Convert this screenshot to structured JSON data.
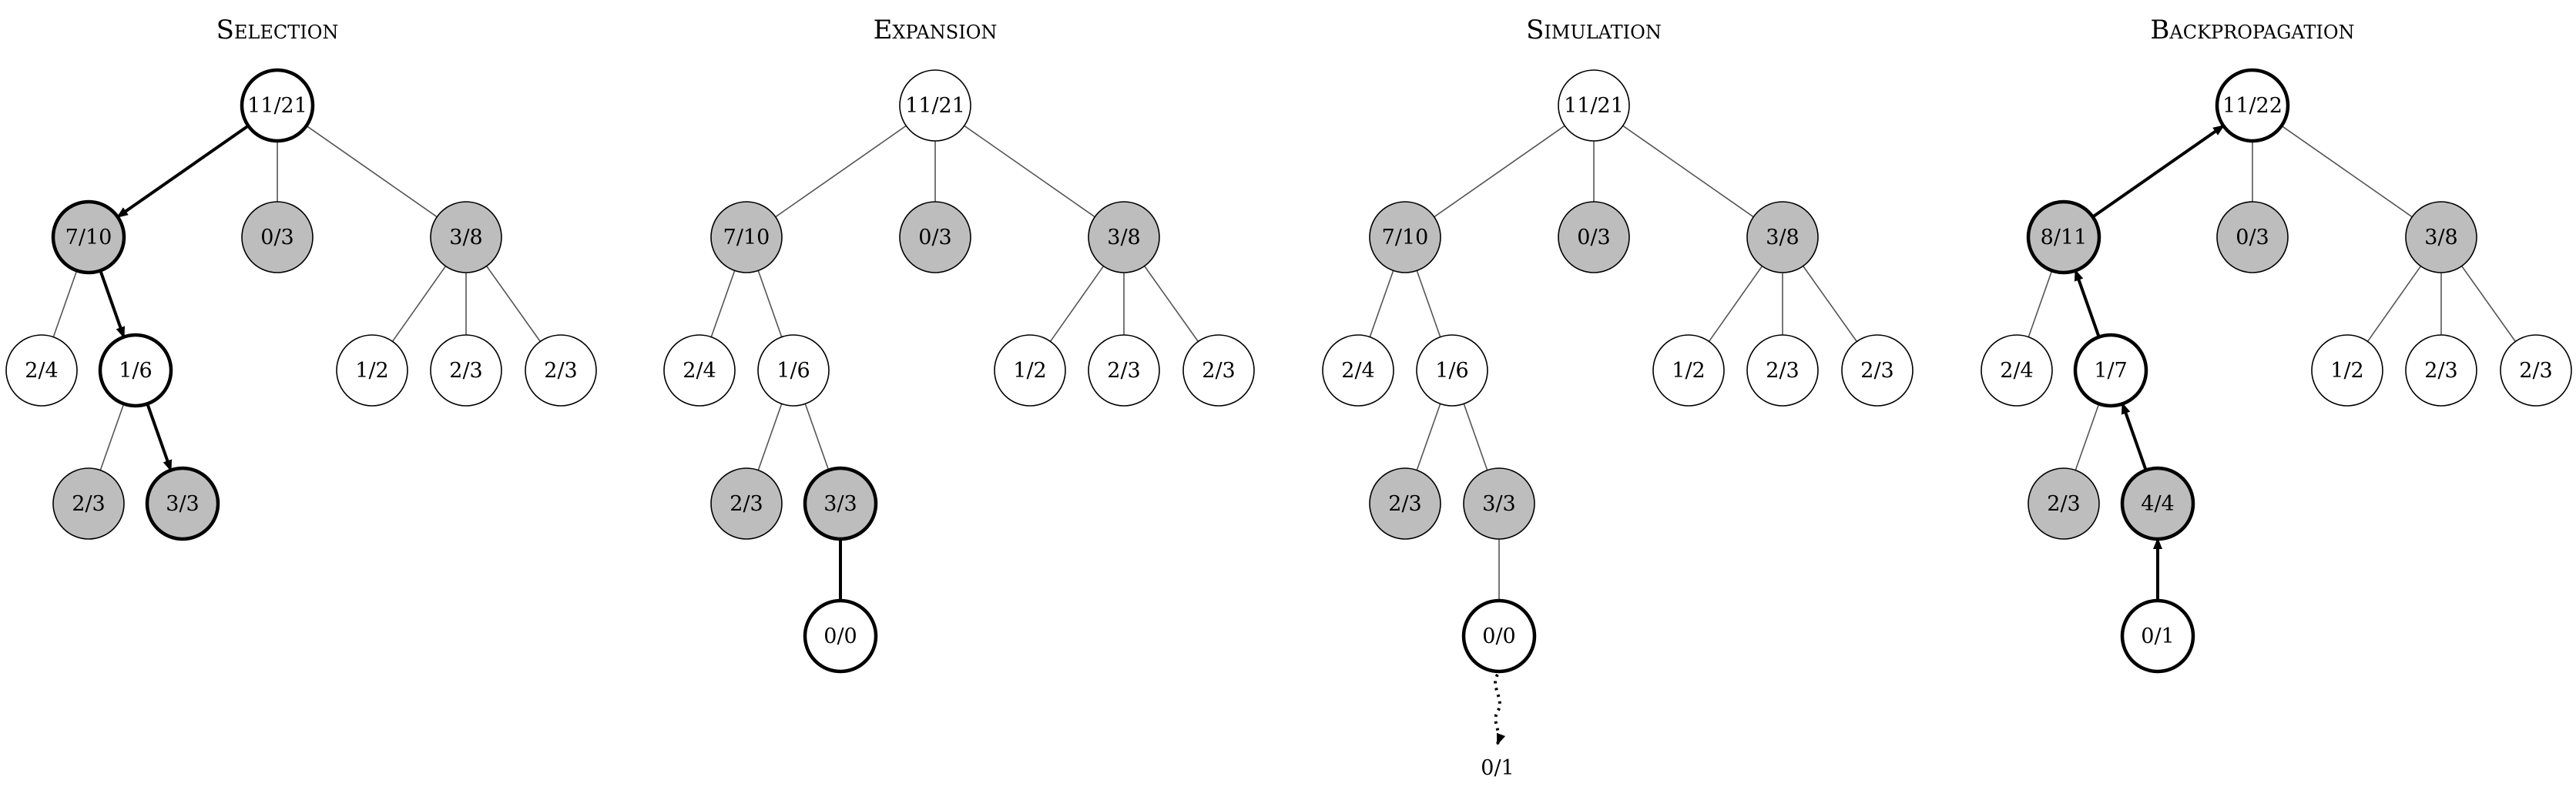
{
  "panels": [
    {
      "title": "Selection",
      "nodes": [
        {
          "id": "root",
          "label": "11/21",
          "shade": "white",
          "bold": true
        },
        {
          "id": "a",
          "label": "7/10",
          "shade": "gray",
          "bold": true
        },
        {
          "id": "b",
          "label": "0/3",
          "shade": "gray",
          "bold": false
        },
        {
          "id": "c",
          "label": "3/8",
          "shade": "gray",
          "bold": false
        },
        {
          "id": "a1",
          "label": "2/4",
          "shade": "white",
          "bold": false
        },
        {
          "id": "a2",
          "label": "1/6",
          "shade": "white",
          "bold": true
        },
        {
          "id": "c1",
          "label": "1/2",
          "shade": "white",
          "bold": false
        },
        {
          "id": "c2",
          "label": "2/3",
          "shade": "white",
          "bold": false
        },
        {
          "id": "c3",
          "label": "2/3",
          "shade": "white",
          "bold": false
        },
        {
          "id": "a2a",
          "label": "2/3",
          "shade": "gray",
          "bold": false
        },
        {
          "id": "a2b",
          "label": "3/3",
          "shade": "gray",
          "bold": true
        }
      ],
      "edges": [
        {
          "from": "root",
          "to": "a",
          "style": "arrow-down"
        },
        {
          "from": "root",
          "to": "b",
          "style": "thin"
        },
        {
          "from": "root",
          "to": "c",
          "style": "thin"
        },
        {
          "from": "a",
          "to": "a1",
          "style": "thin"
        },
        {
          "from": "a",
          "to": "a2",
          "style": "arrow-down"
        },
        {
          "from": "c",
          "to": "c1",
          "style": "thin"
        },
        {
          "from": "c",
          "to": "c2",
          "style": "thin"
        },
        {
          "from": "c",
          "to": "c3",
          "style": "thin"
        },
        {
          "from": "a2",
          "to": "a2a",
          "style": "thin"
        },
        {
          "from": "a2",
          "to": "a2b",
          "style": "arrow-down"
        }
      ]
    },
    {
      "title": "Expansion",
      "nodes": [
        {
          "id": "root",
          "label": "11/21",
          "shade": "white",
          "bold": false
        },
        {
          "id": "a",
          "label": "7/10",
          "shade": "gray",
          "bold": false
        },
        {
          "id": "b",
          "label": "0/3",
          "shade": "gray",
          "bold": false
        },
        {
          "id": "c",
          "label": "3/8",
          "shade": "gray",
          "bold": false
        },
        {
          "id": "a1",
          "label": "2/4",
          "shade": "white",
          "bold": false
        },
        {
          "id": "a2",
          "label": "1/6",
          "shade": "white",
          "bold": false
        },
        {
          "id": "c1",
          "label": "1/2",
          "shade": "white",
          "bold": false
        },
        {
          "id": "c2",
          "label": "2/3",
          "shade": "white",
          "bold": false
        },
        {
          "id": "c3",
          "label": "2/3",
          "shade": "white",
          "bold": false
        },
        {
          "id": "a2a",
          "label": "2/3",
          "shade": "gray",
          "bold": false
        },
        {
          "id": "a2b",
          "label": "3/3",
          "shade": "gray",
          "bold": true
        },
        {
          "id": "new",
          "label": "0/0",
          "shade": "white",
          "bold": true
        }
      ],
      "edges": [
        {
          "from": "root",
          "to": "a",
          "style": "thin"
        },
        {
          "from": "root",
          "to": "b",
          "style": "thin"
        },
        {
          "from": "root",
          "to": "c",
          "style": "thin"
        },
        {
          "from": "a",
          "to": "a1",
          "style": "thin"
        },
        {
          "from": "a",
          "to": "a2",
          "style": "thin"
        },
        {
          "from": "c",
          "to": "c1",
          "style": "thin"
        },
        {
          "from": "c",
          "to": "c2",
          "style": "thin"
        },
        {
          "from": "c",
          "to": "c3",
          "style": "thin"
        },
        {
          "from": "a2",
          "to": "a2a",
          "style": "thin"
        },
        {
          "from": "a2",
          "to": "a2b",
          "style": "thin"
        },
        {
          "from": "a2b",
          "to": "new",
          "style": "thick"
        }
      ]
    },
    {
      "title": "Simulation",
      "nodes": [
        {
          "id": "root",
          "label": "11/21",
          "shade": "white",
          "bold": false
        },
        {
          "id": "a",
          "label": "7/10",
          "shade": "gray",
          "bold": false
        },
        {
          "id": "b",
          "label": "0/3",
          "shade": "gray",
          "bold": false
        },
        {
          "id": "c",
          "label": "3/8",
          "shade": "gray",
          "bold": false
        },
        {
          "id": "a1",
          "label": "2/4",
          "shade": "white",
          "bold": false
        },
        {
          "id": "a2",
          "label": "1/6",
          "shade": "white",
          "bold": false
        },
        {
          "id": "c1",
          "label": "1/2",
          "shade": "white",
          "bold": false
        },
        {
          "id": "c2",
          "label": "2/3",
          "shade": "white",
          "bold": false
        },
        {
          "id": "c3",
          "label": "2/3",
          "shade": "white",
          "bold": false
        },
        {
          "id": "a2a",
          "label": "2/3",
          "shade": "gray",
          "bold": false
        },
        {
          "id": "a2b",
          "label": "3/3",
          "shade": "gray",
          "bold": false
        },
        {
          "id": "new",
          "label": "0/0",
          "shade": "white",
          "bold": true
        }
      ],
      "edges": [
        {
          "from": "root",
          "to": "a",
          "style": "thin"
        },
        {
          "from": "root",
          "to": "b",
          "style": "thin"
        },
        {
          "from": "root",
          "to": "c",
          "style": "thin"
        },
        {
          "from": "a",
          "to": "a1",
          "style": "thin"
        },
        {
          "from": "a",
          "to": "a2",
          "style": "thin"
        },
        {
          "from": "c",
          "to": "c1",
          "style": "thin"
        },
        {
          "from": "c",
          "to": "c2",
          "style": "thin"
        },
        {
          "from": "c",
          "to": "c3",
          "style": "thin"
        },
        {
          "from": "a2",
          "to": "a2a",
          "style": "thin"
        },
        {
          "from": "a2",
          "to": "a2b",
          "style": "thin"
        },
        {
          "from": "a2b",
          "to": "new",
          "style": "thin"
        }
      ],
      "rollout_result": "0/1"
    },
    {
      "title": "Backpropagation",
      "nodes": [
        {
          "id": "root",
          "label": "11/22",
          "shade": "white",
          "bold": true
        },
        {
          "id": "a",
          "label": "8/11",
          "shade": "gray",
          "bold": true
        },
        {
          "id": "b",
          "label": "0/3",
          "shade": "gray",
          "bold": false
        },
        {
          "id": "c",
          "label": "3/8",
          "shade": "gray",
          "bold": false
        },
        {
          "id": "a1",
          "label": "2/4",
          "shade": "white",
          "bold": false
        },
        {
          "id": "a2",
          "label": "1/7",
          "shade": "white",
          "bold": true
        },
        {
          "id": "c1",
          "label": "1/2",
          "shade": "white",
          "bold": false
        },
        {
          "id": "c2",
          "label": "2/3",
          "shade": "white",
          "bold": false
        },
        {
          "id": "c3",
          "label": "2/3",
          "shade": "white",
          "bold": false
        },
        {
          "id": "a2a",
          "label": "2/3",
          "shade": "gray",
          "bold": false
        },
        {
          "id": "a2b",
          "label": "4/4",
          "shade": "gray",
          "bold": true
        },
        {
          "id": "new",
          "label": "0/1",
          "shade": "white",
          "bold": true
        }
      ],
      "edges": [
        {
          "from": "root",
          "to": "a",
          "style": "arrow-up"
        },
        {
          "from": "root",
          "to": "b",
          "style": "thin"
        },
        {
          "from": "root",
          "to": "c",
          "style": "thin"
        },
        {
          "from": "a",
          "to": "a1",
          "style": "thin"
        },
        {
          "from": "a",
          "to": "a2",
          "style": "arrow-up"
        },
        {
          "from": "c",
          "to": "c1",
          "style": "thin"
        },
        {
          "from": "c",
          "to": "c2",
          "style": "thin"
        },
        {
          "from": "c",
          "to": "c3",
          "style": "thin"
        },
        {
          "from": "a2",
          "to": "a2a",
          "style": "thin"
        },
        {
          "from": "a2",
          "to": "a2b",
          "style": "arrow-up"
        },
        {
          "from": "a2b",
          "to": "new",
          "style": "arrow-up"
        }
      ]
    }
  ],
  "colors": {
    "gray_fill": "#bdbdbd",
    "white_fill": "#ffffff",
    "stroke": "#000000",
    "thin_edge": "#555555"
  }
}
